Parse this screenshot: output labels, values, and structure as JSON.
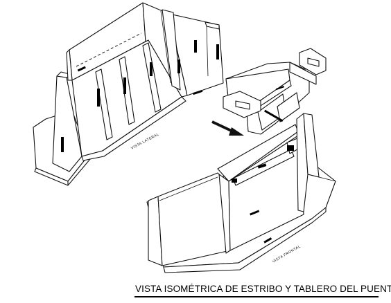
{
  "title": "VISTA ISOMÉTRICA DE ESTRIBO Y TABLERO DEL PUENTE",
  "labels": {
    "lateral": "VISTA LATERAL",
    "frontal": "VISTA FRONTAL"
  },
  "colors": {
    "line": "#111111",
    "background": "#ffffff",
    "hatch": "#000000"
  }
}
